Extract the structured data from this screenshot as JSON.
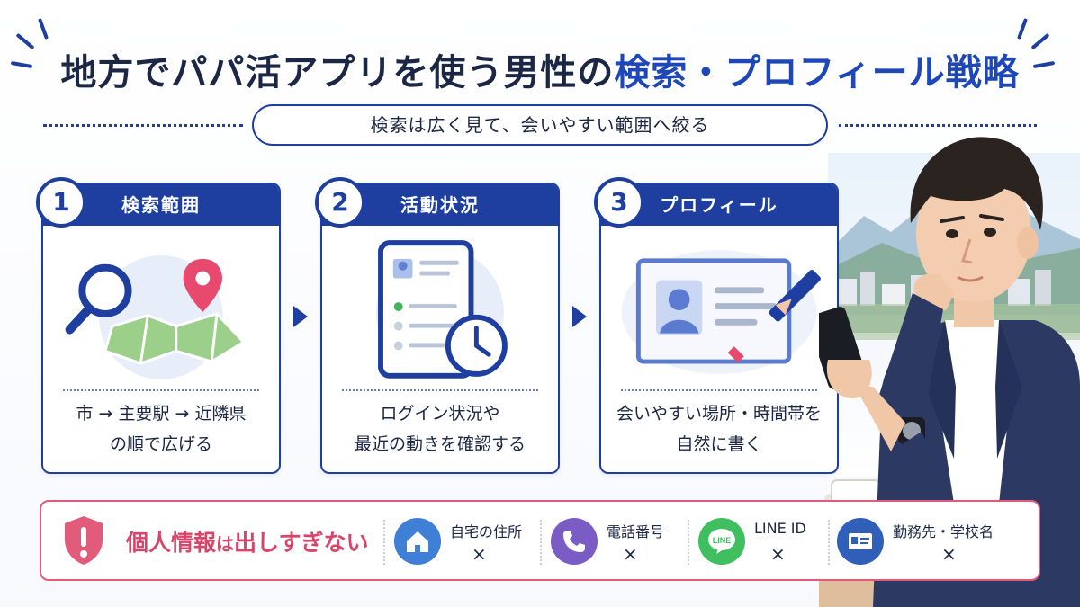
{
  "title": {
    "main": "地方でパパ活アプリを使う男性の",
    "accent": "検索・プロフィール戦略"
  },
  "subtitle": "検索は広く見て、会いやすい範囲へ絞る",
  "steps": [
    {
      "number": "1",
      "label": "検索範囲",
      "text_line1": "市 → 主要駅 → 近隣県",
      "text_line2": "の順で広げる"
    },
    {
      "number": "2",
      "label": "活動状況",
      "text_line1": "ログイン状況や",
      "text_line2": "最近の動きを確認する"
    },
    {
      "number": "3",
      "label": "プロフィール",
      "text_line1": "会いやすい場所・時間帯を",
      "text_line2": "自然に書く"
    }
  ],
  "warning": {
    "title_a": "個人情報",
    "title_b": "は",
    "title_c": "出しすぎない",
    "items": [
      {
        "label": "自宅の住所",
        "mark": "×",
        "icon": "home-icon",
        "color": "#3f7fd6"
      },
      {
        "label": "電話番号",
        "mark": "×",
        "icon": "phone-icon",
        "color": "#7a5cc4"
      },
      {
        "label": "LINE ID",
        "mark": "×",
        "icon": "line-icon",
        "color": "#3fbf5f"
      },
      {
        "label": "勤務先・学校名",
        "mark": "×",
        "icon": "id-card-icon",
        "color": "#2f5fb8"
      }
    ]
  },
  "colors": {
    "primary": "#1e3fa0",
    "accent": "#1e48b8",
    "warning": "#d9456a"
  }
}
